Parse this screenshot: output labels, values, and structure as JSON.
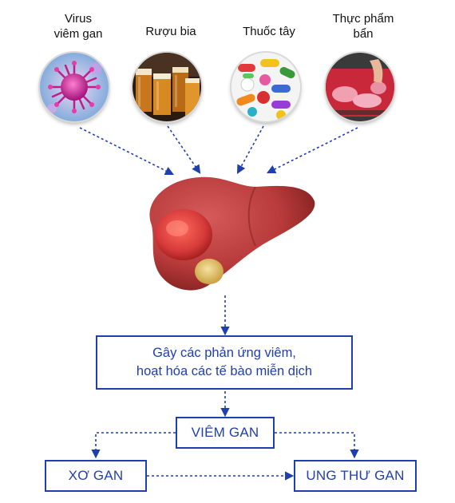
{
  "causes": [
    {
      "label_line1": "Virus",
      "label_line2": "viêm gan",
      "image": "virus-illustration"
    },
    {
      "label_line1": "Rượu bia",
      "label_line2": "",
      "image": "beer-glasses-photo"
    },
    {
      "label_line1": "Thuốc tây",
      "label_line2": "",
      "image": "pills-photo"
    },
    {
      "label_line1": "Thực phẩm",
      "label_line2": "bẩn",
      "image": "raw-meat-photo"
    }
  ],
  "center_image": "liver-with-tumor-illustration",
  "main_box": {
    "line1": "Gây các phản ứng viêm,",
    "line2": "hoạt hóa các tế bào miễn dịch"
  },
  "hepatitis_box": "VIÊM GAN",
  "cirrhosis_box": "XƠ GAN",
  "cancer_box": "UNG THƯ GAN",
  "colors": {
    "accent": "#1f3fae",
    "liver": "#b83a3a",
    "tumor": "#d63a3a"
  }
}
